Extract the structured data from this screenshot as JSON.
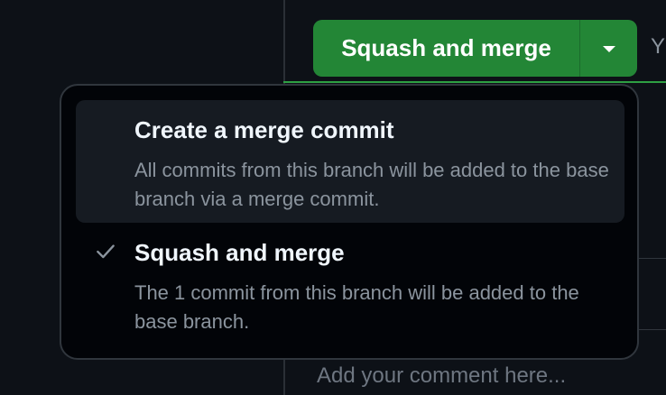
{
  "merge_button": {
    "label": "Squash and merge",
    "caret_icon": "triangle-down-icon",
    "accent_color": "#238636"
  },
  "side_text": "Y",
  "comment": {
    "placeholder": "Add your comment here..."
  },
  "menu": {
    "items": [
      {
        "title": "Create a merge commit",
        "description": "All commits from this branch will be added to the base branch via a merge commit.",
        "selected": false,
        "highlighted": true
      },
      {
        "title": "Squash and merge",
        "description": "The 1 commit from this branch will be added to the base branch.",
        "selected": true,
        "highlighted": false,
        "icon": "check-icon"
      }
    ]
  }
}
